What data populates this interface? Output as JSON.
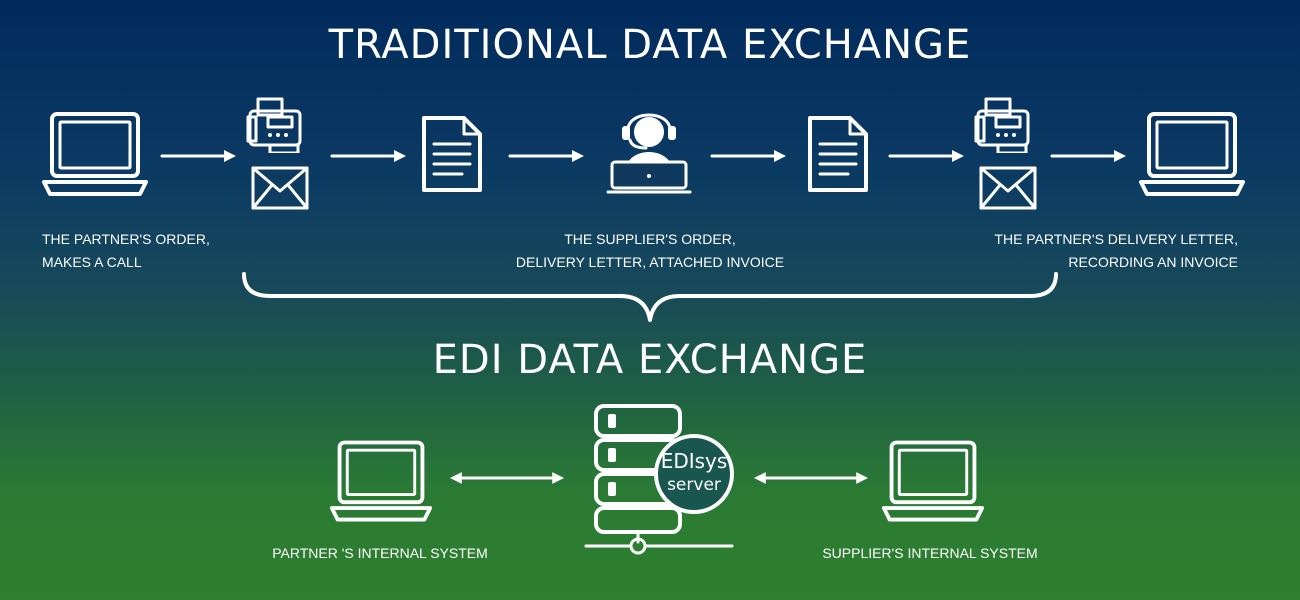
{
  "titles": {
    "traditional": "TRADITIONAL DATA EXCHANGE",
    "edi": "EDI DATA EXCHANGE"
  },
  "captions": {
    "partner_order": [
      "THE PARTNER'S ORDER,",
      "MAKES A CALL"
    ],
    "supplier_order": [
      "THE SUPPLIER'S ORDER,",
      "DELIVERY LETTER, ATTACHED INVOICE"
    ],
    "partner_delivery": [
      "THE PARTNER'S DELIVERY LETTER,",
      "RECORDING AN INVOICE"
    ],
    "partner_internal": "PARTNER 'S INTERNAL SYSTEM",
    "supplier_internal": "SUPPLIER'S INTERNAL SYSTEM"
  },
  "server": {
    "line1": "EDIsys",
    "line2": "server"
  },
  "icons": [
    "laptop-icon",
    "fax-icon",
    "envelope-icon",
    "document-icon",
    "call-center-operator-icon",
    "server-icon",
    "right-arrow-icon",
    "double-arrow-icon",
    "curly-brace-icon"
  ],
  "colors": {
    "background_top": "#002a5c",
    "background_bottom": "#2f7f2f",
    "foreground": "#ffffff"
  }
}
